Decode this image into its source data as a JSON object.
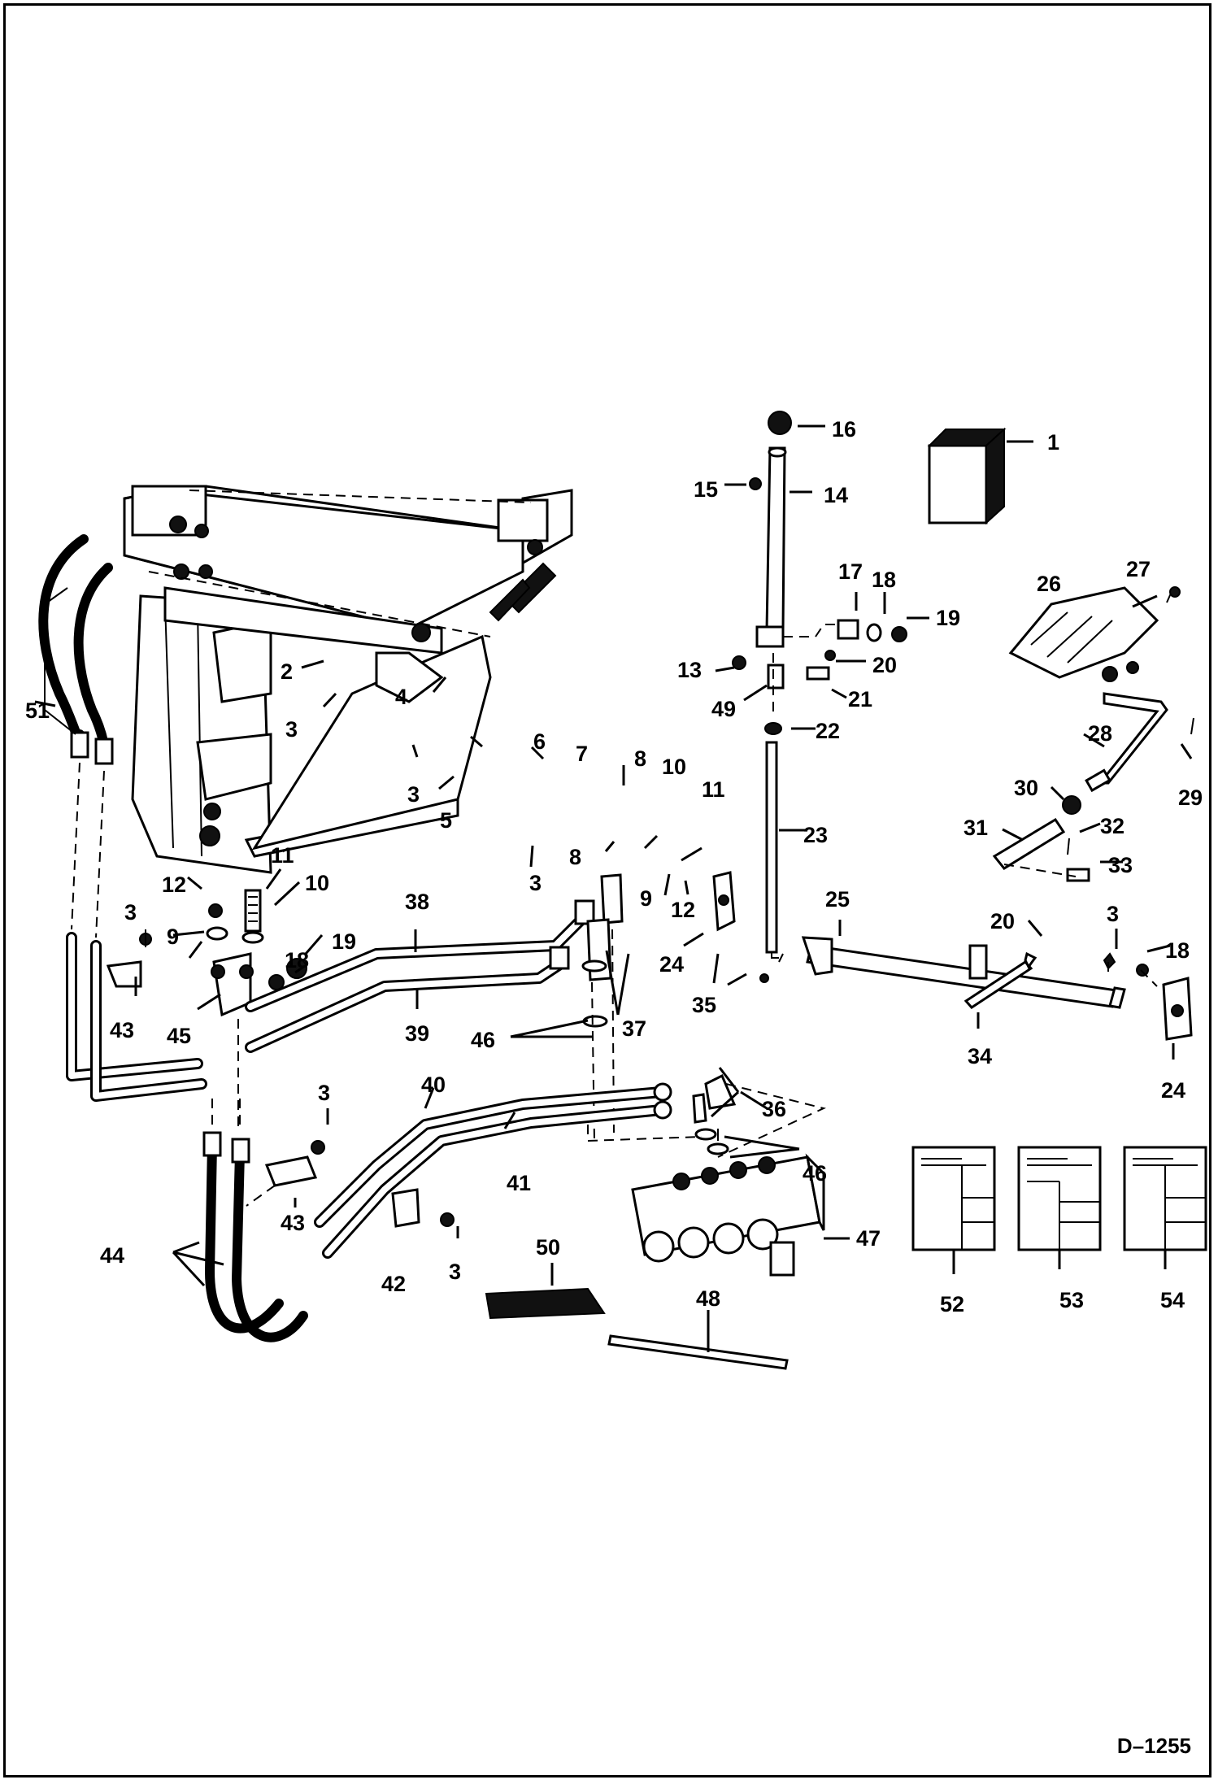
{
  "figure_id": "D–1255",
  "callouts": [
    {
      "id": "c1",
      "text": "1"
    },
    {
      "id": "c2",
      "text": "2"
    },
    {
      "id": "c3a",
      "text": "3"
    },
    {
      "id": "c3b",
      "text": "3"
    },
    {
      "id": "c3c",
      "text": "3"
    },
    {
      "id": "c3d",
      "text": "3"
    },
    {
      "id": "c3e",
      "text": "3"
    },
    {
      "id": "c3f",
      "text": "3"
    },
    {
      "id": "c3g",
      "text": "3"
    },
    {
      "id": "c4",
      "text": "4"
    },
    {
      "id": "c5",
      "text": "5"
    },
    {
      "id": "c6",
      "text": "6"
    },
    {
      "id": "c7",
      "text": "7"
    },
    {
      "id": "c8a",
      "text": "8"
    },
    {
      "id": "c8b",
      "text": "8"
    },
    {
      "id": "c9a",
      "text": "9"
    },
    {
      "id": "c9b",
      "text": "9"
    },
    {
      "id": "c10a",
      "text": "10"
    },
    {
      "id": "c10b",
      "text": "10"
    },
    {
      "id": "c11a",
      "text": "11"
    },
    {
      "id": "c11b",
      "text": "11"
    },
    {
      "id": "c12a",
      "text": "12"
    },
    {
      "id": "c12b",
      "text": "12"
    },
    {
      "id": "c13",
      "text": "13"
    },
    {
      "id": "c14",
      "text": "14"
    },
    {
      "id": "c15",
      "text": "15"
    },
    {
      "id": "c16",
      "text": "16"
    },
    {
      "id": "c17",
      "text": "17"
    },
    {
      "id": "c18a",
      "text": "18"
    },
    {
      "id": "c18b",
      "text": "18"
    },
    {
      "id": "c18c",
      "text": "18"
    },
    {
      "id": "c19a",
      "text": "19"
    },
    {
      "id": "c19b",
      "text": "19"
    },
    {
      "id": "c20a",
      "text": "20"
    },
    {
      "id": "c20b",
      "text": "20"
    },
    {
      "id": "c21",
      "text": "21"
    },
    {
      "id": "c22",
      "text": "22"
    },
    {
      "id": "c23",
      "text": "23"
    },
    {
      "id": "c24a",
      "text": "24"
    },
    {
      "id": "c24b",
      "text": "24"
    },
    {
      "id": "c25",
      "text": "25"
    },
    {
      "id": "c26",
      "text": "26"
    },
    {
      "id": "c27",
      "text": "27"
    },
    {
      "id": "c28",
      "text": "28"
    },
    {
      "id": "c29",
      "text": "29"
    },
    {
      "id": "c30",
      "text": "30"
    },
    {
      "id": "c31",
      "text": "31"
    },
    {
      "id": "c32",
      "text": "32"
    },
    {
      "id": "c33",
      "text": "33"
    },
    {
      "id": "c34",
      "text": "34"
    },
    {
      "id": "c35",
      "text": "35"
    },
    {
      "id": "c36",
      "text": "36"
    },
    {
      "id": "c37",
      "text": "37"
    },
    {
      "id": "c38",
      "text": "38"
    },
    {
      "id": "c39",
      "text": "39"
    },
    {
      "id": "c40",
      "text": "40"
    },
    {
      "id": "c41",
      "text": "41"
    },
    {
      "id": "c42",
      "text": "42"
    },
    {
      "id": "c43a",
      "text": "43"
    },
    {
      "id": "c43b",
      "text": "43"
    },
    {
      "id": "c44",
      "text": "44"
    },
    {
      "id": "c45",
      "text": "45"
    },
    {
      "id": "c46a",
      "text": "46"
    },
    {
      "id": "c46b",
      "text": "46"
    },
    {
      "id": "c47",
      "text": "47"
    },
    {
      "id": "c48",
      "text": "48"
    },
    {
      "id": "c49",
      "text": "49"
    },
    {
      "id": "c50",
      "text": "50"
    },
    {
      "id": "c51",
      "text": "51"
    },
    {
      "id": "c52",
      "text": "52"
    },
    {
      "id": "c53",
      "text": "53"
    },
    {
      "id": "c54",
      "text": "54"
    }
  ]
}
